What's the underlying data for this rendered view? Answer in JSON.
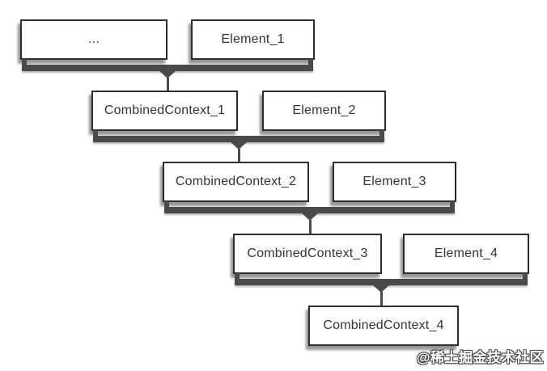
{
  "diagram": {
    "type": "fold-cascade",
    "rows": [
      {
        "left": {
          "label": "..."
        },
        "right": {
          "label": "Element_1"
        }
      },
      {
        "left": {
          "label": "CombinedContext_1"
        },
        "right": {
          "label": "Element_2"
        }
      },
      {
        "left": {
          "label": "CombinedContext_2"
        },
        "right": {
          "label": "Element_3"
        }
      },
      {
        "left": {
          "label": "CombinedContext_3"
        },
        "right": {
          "label": "Element_4"
        }
      },
      {
        "left": {
          "label": "CombinedContext_4"
        }
      }
    ],
    "connector_icon": "down-arrow-merge-bracket"
  },
  "watermark": {
    "text": "@稀土掘金技术社区"
  },
  "colors": {
    "background": "#ffffff",
    "box_fill": "#ffffff",
    "box_border": "#2e2e2e",
    "label_text": "#333333",
    "connector": "#4a4a4a",
    "box_shadow": "rgba(0,0,0,0.42)"
  }
}
